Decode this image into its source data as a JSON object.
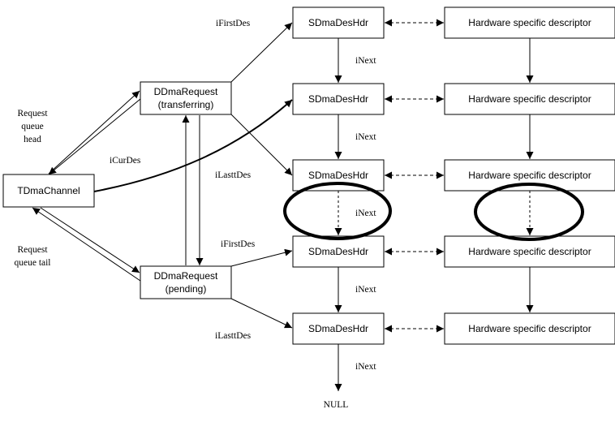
{
  "nodes": {
    "channel": "TDmaChannel",
    "req_transferring": [
      "DDmaRequest",
      "(transferring)"
    ],
    "req_pending": [
      "DDmaRequest",
      "(pending)"
    ],
    "des_hdr": "SDmaDesHdr",
    "hw_desc": "Hardware specific descriptor",
    "null_terminal": "NULL"
  },
  "labels": {
    "request_queue_head": [
      "Request",
      "queue",
      "head"
    ],
    "request_queue_tail": [
      "Request",
      "queue tail"
    ],
    "i_cur_des": "iCurDes",
    "i_first_des": "iFirstDes",
    "i_last_des": "iLasttDes",
    "i_next": "iNext"
  }
}
